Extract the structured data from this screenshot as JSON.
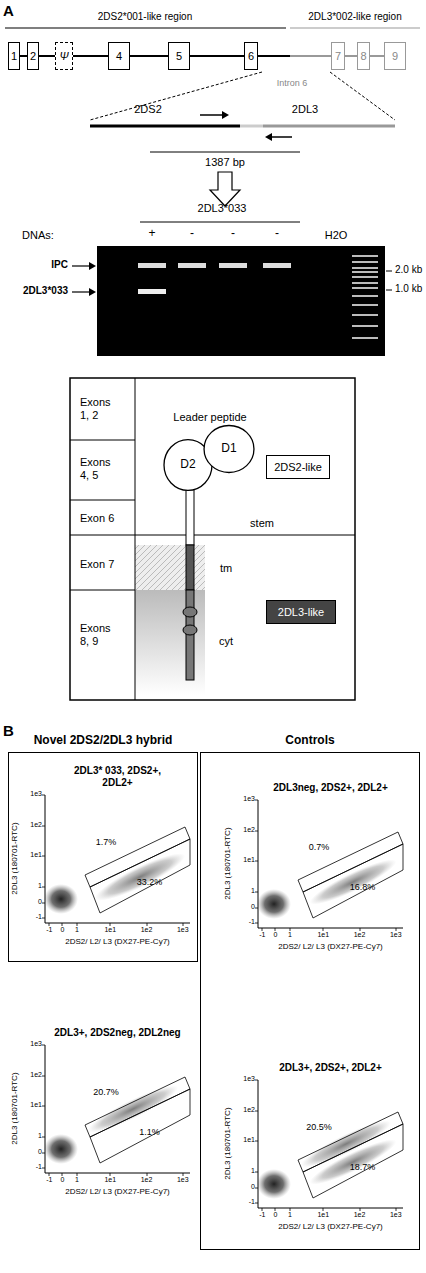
{
  "diagram": {
    "nodes": [
      {
        "text": [
          "1"
        ]
      },
      {
        "text": [
          "2"
        ]
      },
      {
        "text": [
          "Ψ"
        ]
      },
      {
        "text": [
          "4"
        ]
      },
      {
        "text": [
          "5"
        ]
      },
      {
        "text": [
          "6"
        ]
      },
      {
        "text": [
          "7"
        ]
      },
      {
        "text": [
          "8"
        ]
      },
      {
        "text": [
          "9"
        ]
      },
      {
        "text": [
          "D2"
        ]
      },
      {
        "text": [
          "D1"
        ]
      },
      {
        "text": [
          "2DS2-like"
        ]
      },
      {
        "text": [
          "2DL3-like"
        ]
      },
      {
        "text": [
          "Novel 2DS2/2DL3 hybrid"
        ]
      },
      {
        "text": [
          "Controls"
        ]
      }
    ],
    "edges": [
      {
        "from": 0,
        "to": 1,
        "arrow": "none"
      },
      {
        "from": 1,
        "to": 2,
        "arrow": "none"
      },
      {
        "from": 2,
        "to": 3,
        "arrow": "none"
      },
      {
        "from": 3,
        "to": 4,
        "arrow": "none"
      },
      {
        "from": 4,
        "to": 5,
        "arrow": "none"
      },
      {
        "from": 5,
        "to": 6,
        "arrow": "none"
      },
      {
        "from": 6,
        "to": 7,
        "arrow": "none"
      },
      {
        "from": 7,
        "to": 8,
        "arrow": "none"
      }
    ],
    "labels": [
      "A",
      "2DS2*001-like region",
      "2DL3*002-like region",
      "Intron 6",
      "2DS2",
      "2DL3",
      "1387 bp",
      "2DL3*033",
      "DNAs:",
      "+",
      "-",
      "-",
      "-",
      "H2O",
      "IPC",
      "2DL3*033",
      "2.0 kb",
      "1.0 kb",
      "Exons 1, 2",
      "Leader peptide",
      "Exons 4, 5",
      "Exon 6",
      "stem",
      "Exon 7",
      "tm",
      "Exons 8, 9",
      "cyt",
      "B",
      "2DL3* 033, 2DS2+, 2DL2+",
      "1.7%",
      "33.2%",
      "2DL3 (180701-RTC)",
      "2DS2/ L2/ L3 (DX27-PE-Cy7)",
      "1e3",
      "1e2",
      "1e1",
      "1",
      "0",
      "-1",
      "-1",
      "0",
      "1",
      "1e1",
      "1e2",
      "1e3",
      "2DL3neg, 2DS2+, 2DL2+",
      "0.7%",
      "16.8%",
      "2DL3 (180701-RTC)",
      "2DS2/ L2/ L3 (DX27-PE-Cy7)",
      "1e3",
      "1e2",
      "1e1",
      "1",
      "0",
      "-1",
      "-1",
      "0",
      "1",
      "1e1",
      "1e2",
      "1e3",
      "2DL3+, 2DS2neg, 2DL2neg",
      "20.7%",
      "1.1%",
      "2DL3 (180701-RTC)",
      "2DS2/ L2/ L3 (DX27-PE-Cy7)",
      "1e3",
      "1e2",
      "1e1",
      "1",
      "0",
      "-1",
      "-1",
      "0",
      "1",
      "1e1",
      "1e2",
      "1e3",
      "2DL3+, 2DS2+, 2DL2+",
      "20.5%",
      "18.7%",
      "2DL3 (180701-RTC)",
      "2DS2/ L2/ L3 (DX27-PE-Cy7)",
      "1e3",
      "1e2",
      "1e1",
      "1",
      "0",
      "-1",
      "-1",
      "0",
      "1",
      "1e1",
      "1e2",
      "1e3"
    ]
  }
}
